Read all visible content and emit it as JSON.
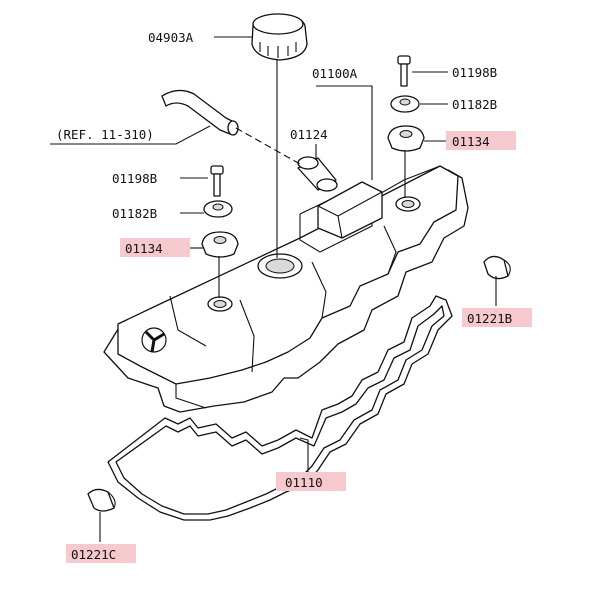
{
  "labels": {
    "cap": "04903A",
    "cover": "01100A",
    "bolt_right": "01198B",
    "washer_right": "01182B",
    "grommet_right": "01134",
    "pipe": "01124",
    "ref": "(REF. 11-310)",
    "bolt_left": "01198B",
    "washer_left": "01182B",
    "grommet_left": "01134",
    "plug_right": "01221B",
    "gasket": "01110",
    "plug_left": "01221C"
  },
  "colors": {
    "highlight": "#f6c9cf",
    "line": "#111111"
  }
}
